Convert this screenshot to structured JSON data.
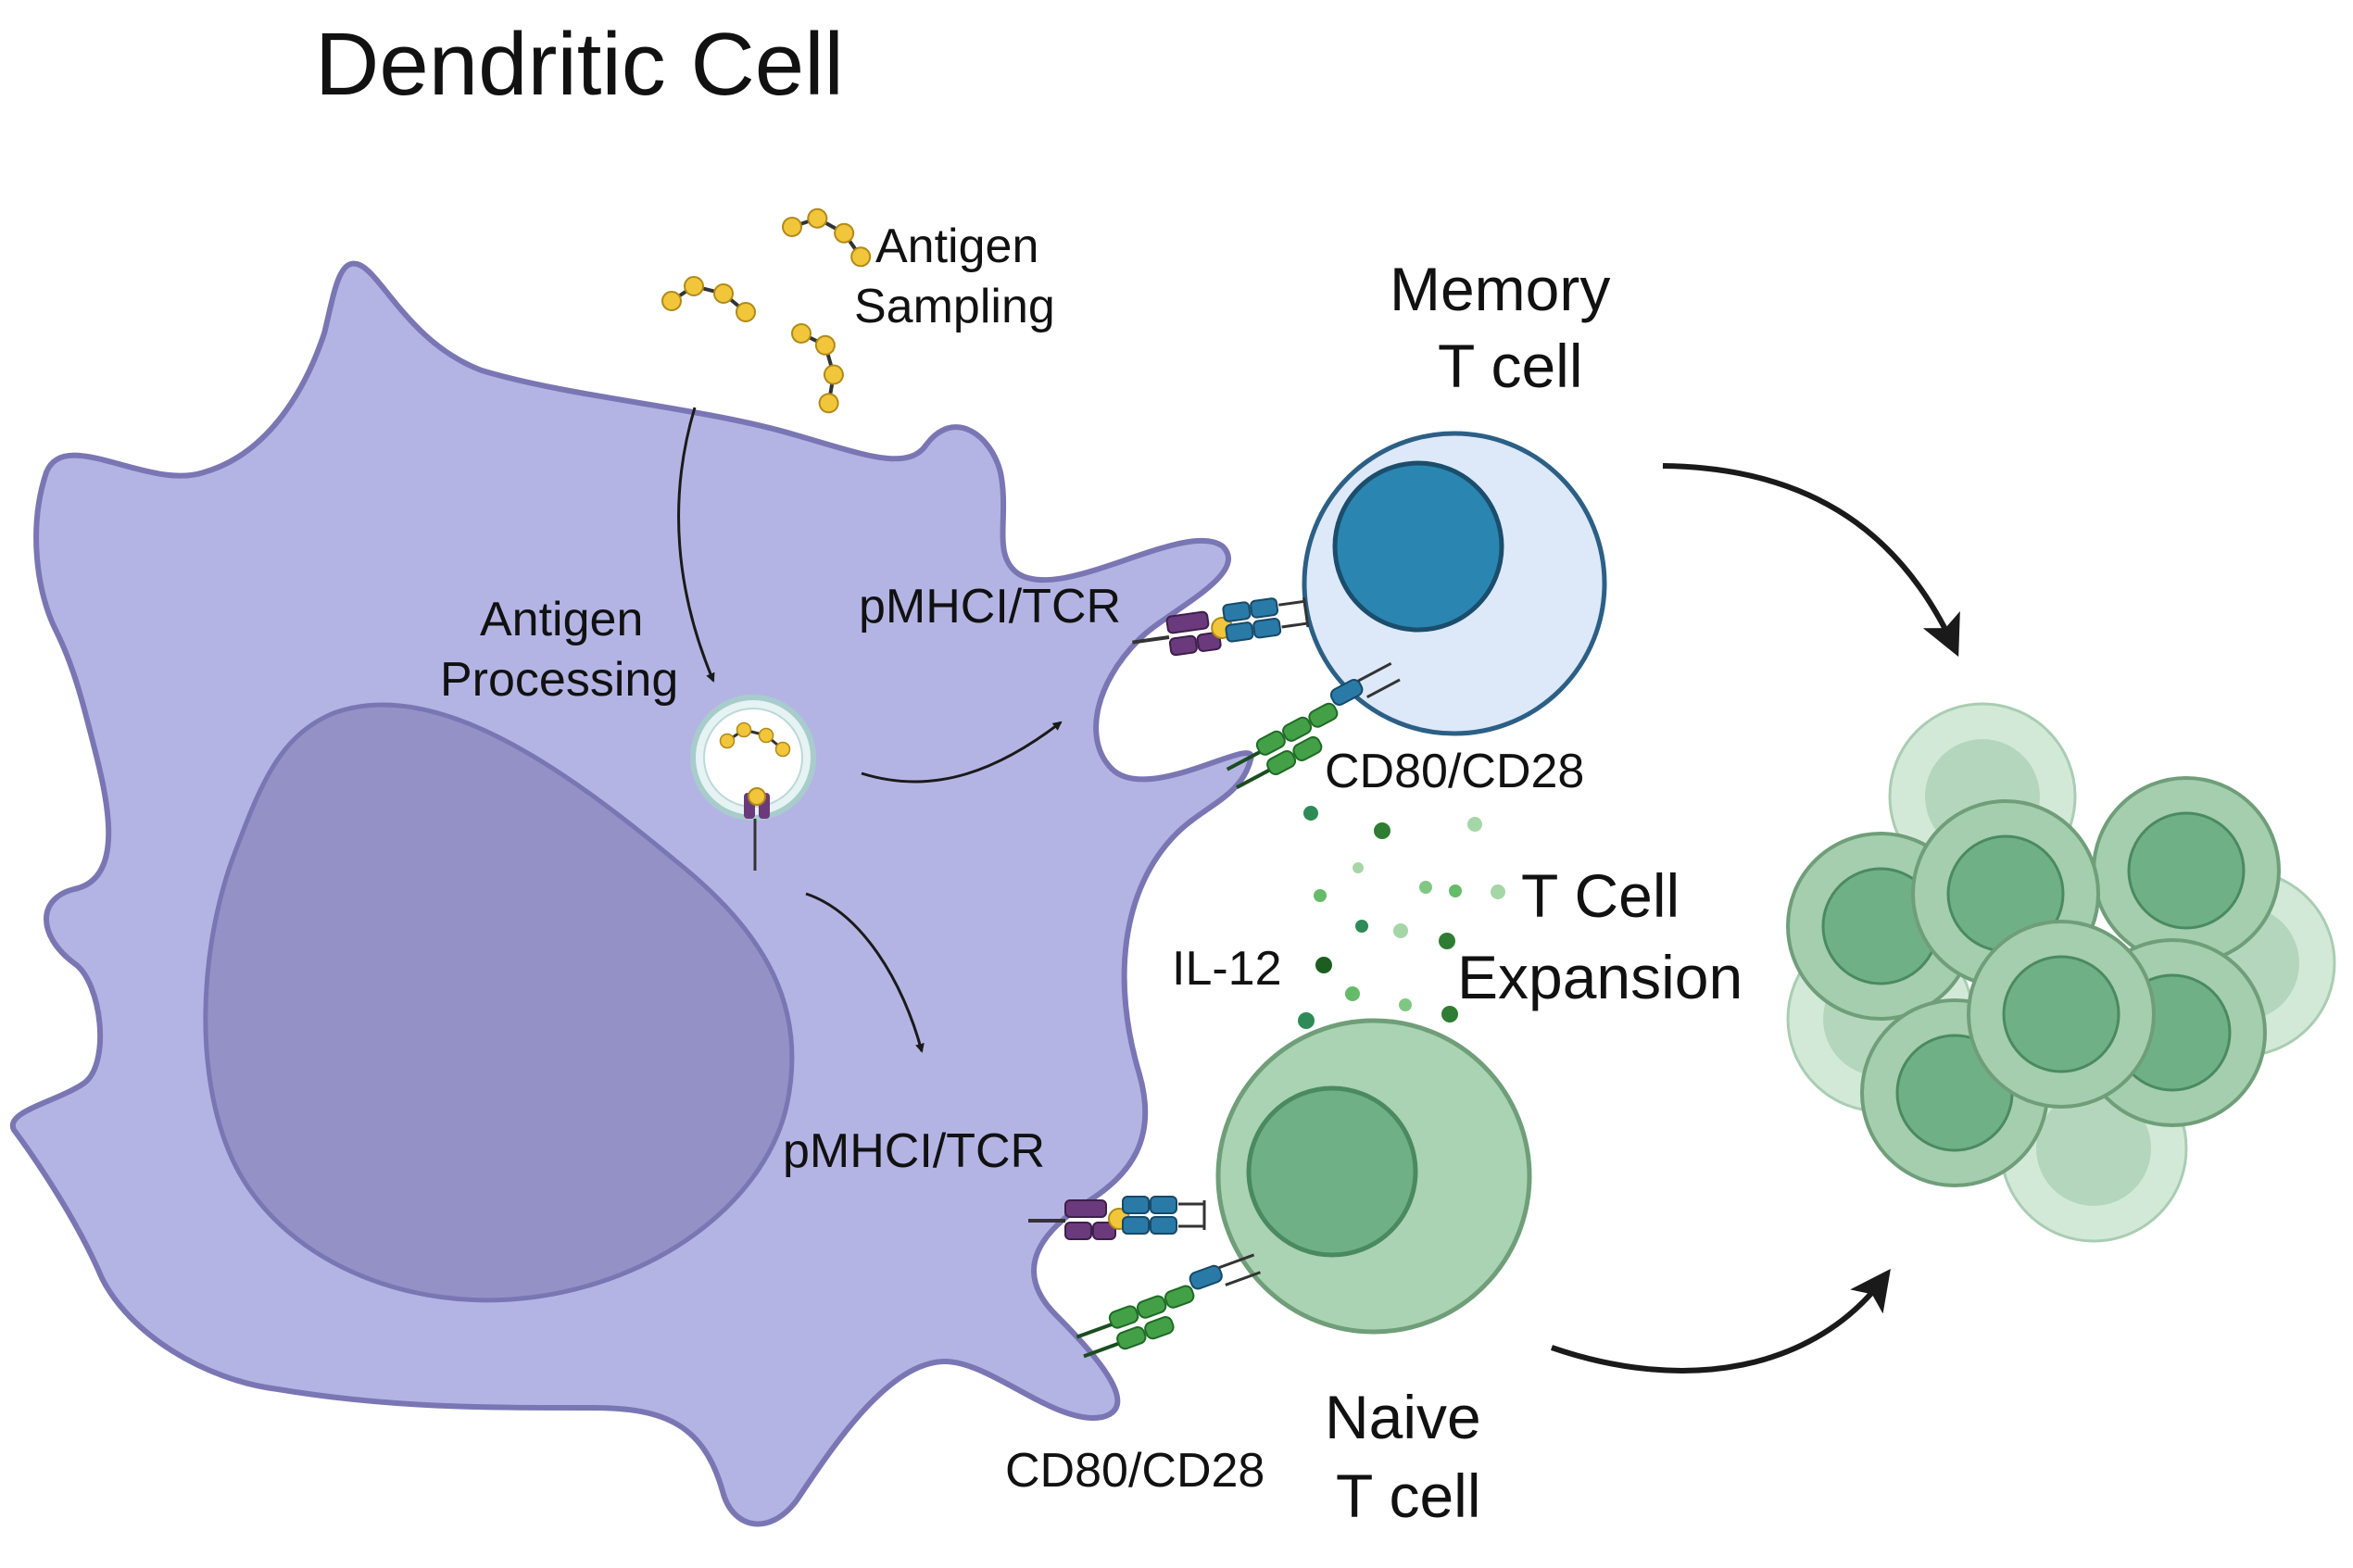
{
  "title": "Dendritic Cell",
  "labels": {
    "antigen_sampling_1": "Antigen",
    "antigen_sampling_2": "Sampling",
    "antigen_processing_1": "Antigen",
    "antigen_processing_2": "Processing",
    "pmhci_tcr_top": "pMHCI/TCR",
    "pmhci_tcr_bottom": "pMHCI/TCR",
    "cd80_cd28_top": "CD80/CD28",
    "cd80_cd28_bottom": "CD80/CD28",
    "il12": "IL-12",
    "expansion_1": "T Cell",
    "expansion_2": "Expansion",
    "memory_1": "Memory",
    "memory_2": "T cell",
    "naive_1": "Naive",
    "naive_2": "T cell"
  },
  "colors": {
    "dendritic_body": "#b4b4e4",
    "dendritic_outline": "#7a76b4",
    "dendritic_nucleus": "#9391c6",
    "memory_cytoplasm": "#dde9f8",
    "memory_outline": "#2c5f86",
    "memory_nucleus": "#2a86b0",
    "naive_cytoplasm": "#aad3b3",
    "naive_nucleus": "#6fb087",
    "antigen": "#f2c63a",
    "mhc": "#6b3a7d",
    "tcr": "#2a7aa8",
    "cd80_cd28": "#43a047",
    "arrow": "#1a1a1a"
  },
  "icons": [
    "antigen-peptide-icon",
    "pmhci-receptor-icon",
    "tcr-receptor-icon",
    "cd80-cd28-receptor-icon",
    "il12-cytokine-icon",
    "curved-arrow-icon"
  ]
}
